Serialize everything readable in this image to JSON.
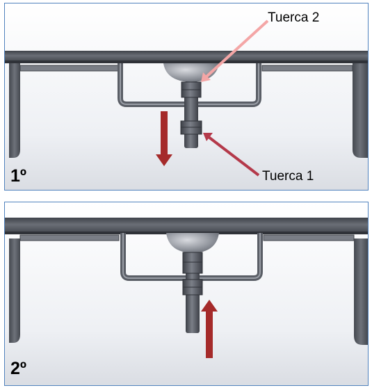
{
  "steps": [
    {
      "label": "1º",
      "callouts": {
        "nut_top": "Tuerca 2",
        "nut_bottom": "Tuerca 1"
      },
      "motion": "down"
    },
    {
      "label": "2º",
      "motion": "up"
    }
  ],
  "colors": {
    "frame_border": "#4f81bd",
    "arrow_motion": "#a52a2a",
    "arrow_callout_top": "#f4a6a6",
    "arrow_callout_bottom": "#b4394a",
    "steel": "#5a5e66"
  }
}
